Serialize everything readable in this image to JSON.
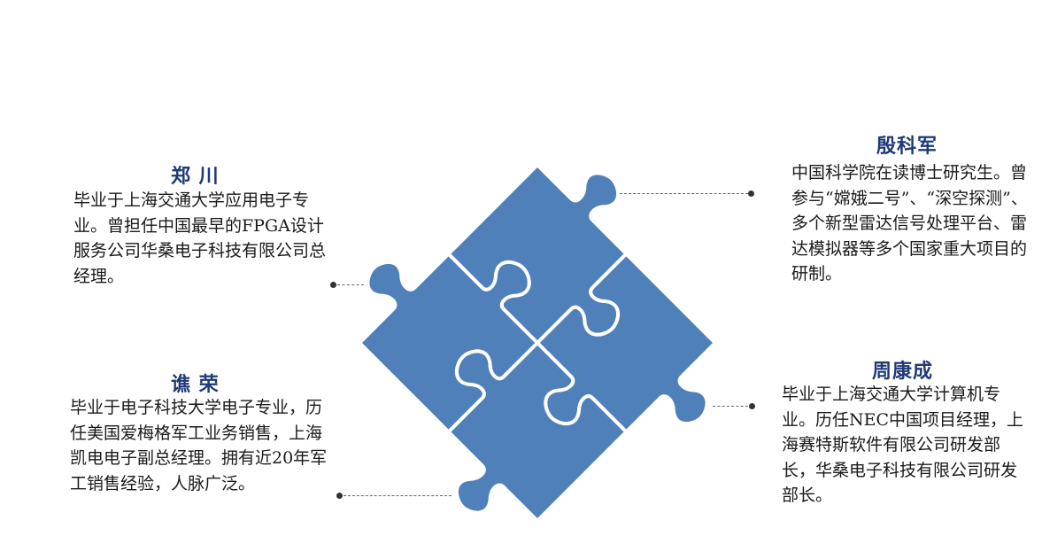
{
  "people": {
    "zheng": {
      "name": "郑 川",
      "desc": "毕业于上海交通大学应用电子专业。曾担任中国最早的FPGA设计服务公司华桑电子科技有限公司总经理。"
    },
    "jiao": {
      "name": "谯 荣",
      "desc": "毕业于电子科技大学电子专业，历任美国爱梅格军工业务销售，上海凯电电子副总经理。拥有近20年军工销售经验，人脉广泛。"
    },
    "yin": {
      "name": "殷科军",
      "desc": "中国科学院在读博士研究生。曾参与“嫦娥二号”、“深空探测”、多个新型雷达信号处理平台、雷达模拟器等多个国家重大项目的研制。"
    },
    "zhou": {
      "name": "周康成",
      "desc": "毕业于上海交通大学计算机专业。历任NEC中国项目经理，上海赛特斯软件有限公司研发部长，华桑电子科技有限公司研发部长。"
    }
  },
  "colors": {
    "puzzle_fill": "#4f80ba",
    "puzzle_stroke": "#ffffff",
    "name_color": "#1f3a78"
  }
}
